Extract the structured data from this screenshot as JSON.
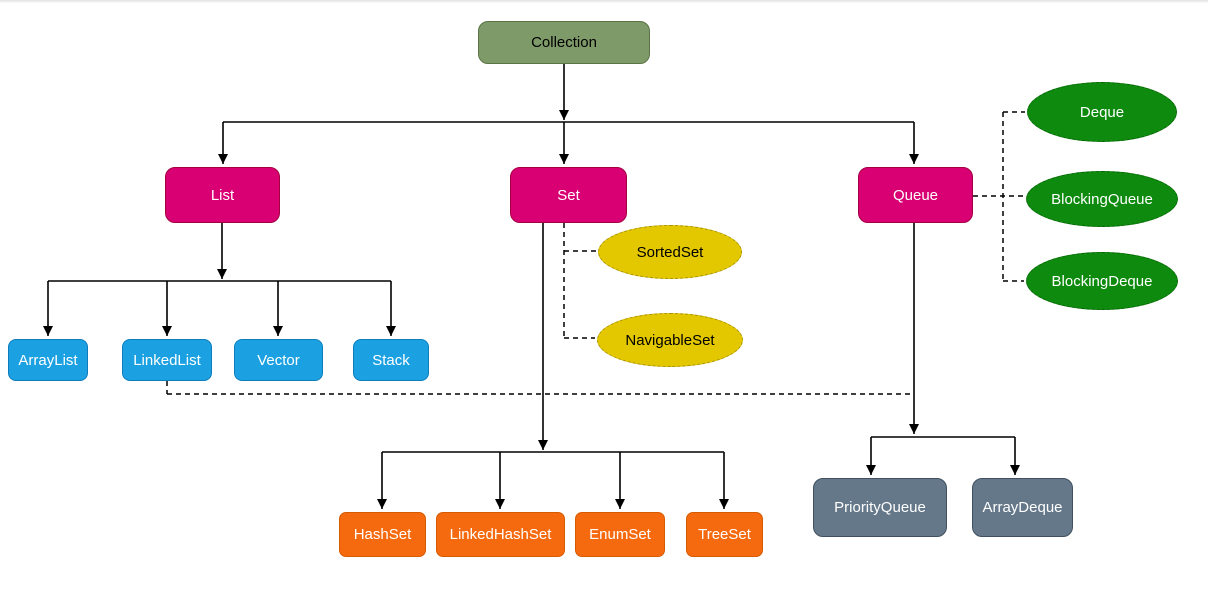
{
  "diagram": {
    "type": "class-hierarchy",
    "background": "#ffffff",
    "edge_color": "#000000",
    "hierarchy": {
      "root": "Collection",
      "interfaces": {
        "list": {
          "label": "List",
          "classes": [
            "ArrayList",
            "LinkedList",
            "Vector",
            "Stack"
          ]
        },
        "set": {
          "label": "Set",
          "sub_interfaces": [
            "SortedSet",
            "NavigableSet"
          ],
          "classes": [
            "HashSet",
            "LinkedHashSet",
            "EnumSet",
            "TreeSet"
          ]
        },
        "queue": {
          "label": "Queue",
          "sub_interfaces": [
            "Deque",
            "BlockingQueue",
            "BlockingDeque"
          ],
          "classes": [
            "PriorityQueue",
            "ArrayDeque"
          ]
        }
      }
    },
    "colors": {
      "root_fill": "#7E9A68",
      "root_border": "#5A7344",
      "interface_fill": "#D80073",
      "interface_border": "#A50040",
      "list_class_fill": "#1BA1E2",
      "list_class_border": "#0F7DBC",
      "set_sub_interface_fill": "#E3C800",
      "set_sub_interface_border": "#A89200",
      "queue_sub_interface_fill": "#0E8A0E",
      "queue_sub_interface_border": "#066306",
      "set_class_fill": "#F66A0F",
      "set_class_border": "#D65A00",
      "queue_class_fill": "#64788A",
      "queue_class_border": "#40505E"
    }
  }
}
